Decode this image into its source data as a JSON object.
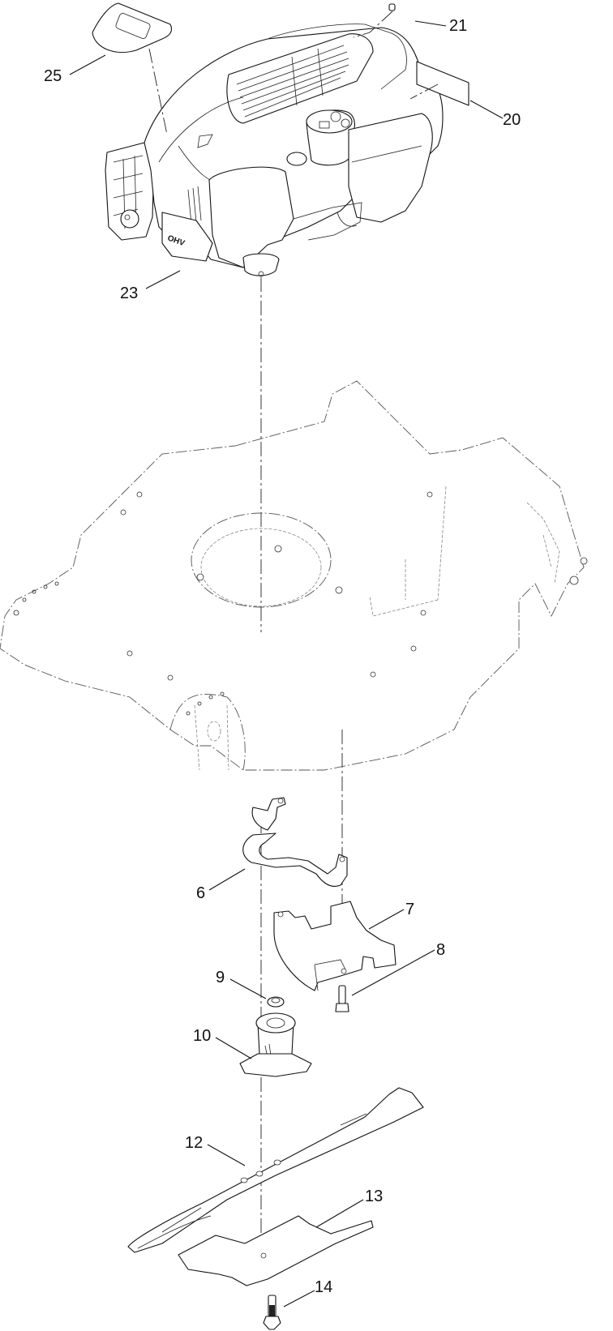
{
  "diagram": {
    "type": "exploded-parts-view",
    "subject": "Lawn mower engine, deck and blade assembly",
    "engine_badge_text": "OHV",
    "callouts": [
      {
        "id": "25",
        "label": "25",
        "part": "decal (top left)"
      },
      {
        "id": "21",
        "label": "21",
        "part": "small fastener (top right)"
      },
      {
        "id": "20",
        "label": "20",
        "part": "rectangular decal (right)"
      },
      {
        "id": "23",
        "label": "23",
        "part": "OHV engine / shroud"
      },
      {
        "id": "6",
        "label": "6",
        "part": "bent bracket"
      },
      {
        "id": "7",
        "label": "7",
        "part": "shield plate"
      },
      {
        "id": "8",
        "label": "8",
        "part": "bolt"
      },
      {
        "id": "9",
        "label": "9",
        "part": "washer"
      },
      {
        "id": "10",
        "label": "10",
        "part": "blade adapter"
      },
      {
        "id": "12",
        "label": "12",
        "part": "blade"
      },
      {
        "id": "13",
        "label": "13",
        "part": "mulching plate"
      },
      {
        "id": "14",
        "label": "14",
        "part": "blade bolt"
      }
    ]
  }
}
